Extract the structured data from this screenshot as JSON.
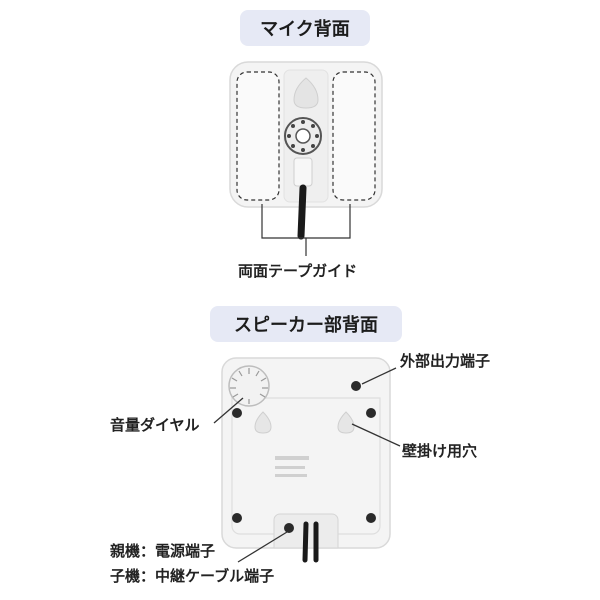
{
  "mic_section": {
    "title": "マイク背面",
    "tape_guide_label": "両面テープガイド"
  },
  "speaker_section": {
    "title": "スピーカー部背面",
    "volume_dial_label": "音量ダイヤル",
    "external_output_label": "外部出力端子",
    "wall_hang_label": "壁掛け用穴",
    "parent_power_label": "親機：電源端子",
    "child_cable_label": "子機：中継ケーブル端子"
  },
  "colors": {
    "pill_bg": "#e6e9f5",
    "device_body": "#f4f4f4",
    "device_edge": "#d9d9d9",
    "hole_dark": "#2a2a2a",
    "cable": "#1a1a1a"
  }
}
